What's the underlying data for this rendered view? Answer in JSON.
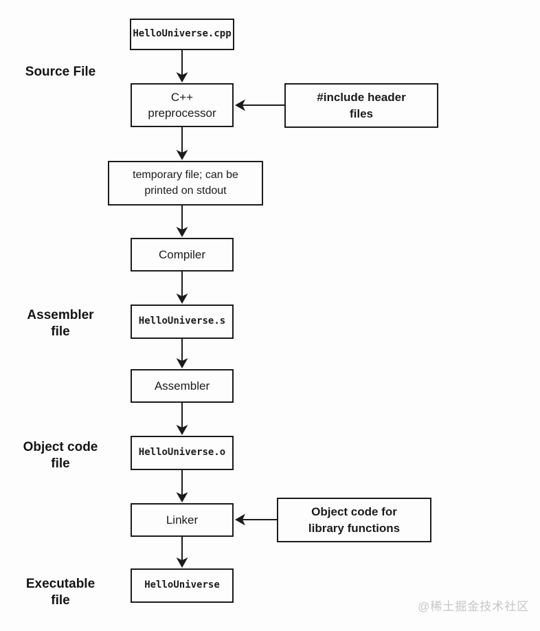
{
  "palette": {
    "line_color": "#1b1b1b",
    "background_color": "#fdfdfd",
    "watermark_color": "#c6c6c6"
  },
  "stage_labels": {
    "source_file": "Source File",
    "assembler_file": "Assembler\nfile",
    "object_code_file": "Object code\nfile",
    "executable_file": "Executable\nfile"
  },
  "nodes": {
    "source_file": "HelloUniverse.cpp",
    "preprocessor": "C++\npreprocessor",
    "include_headers": "#include header\nfiles",
    "temp_file": "temporary file; can be\nprinted on stdout",
    "compiler": "Compiler",
    "assembler_output": "HelloUniverse.s",
    "assembler": "Assembler",
    "object_file": "HelloUniverse.o",
    "linker": "Linker",
    "library_objects": "Object code for\nlibrary functions",
    "executable": "HelloUniverse"
  },
  "watermark": "@稀土掘金技术社区"
}
